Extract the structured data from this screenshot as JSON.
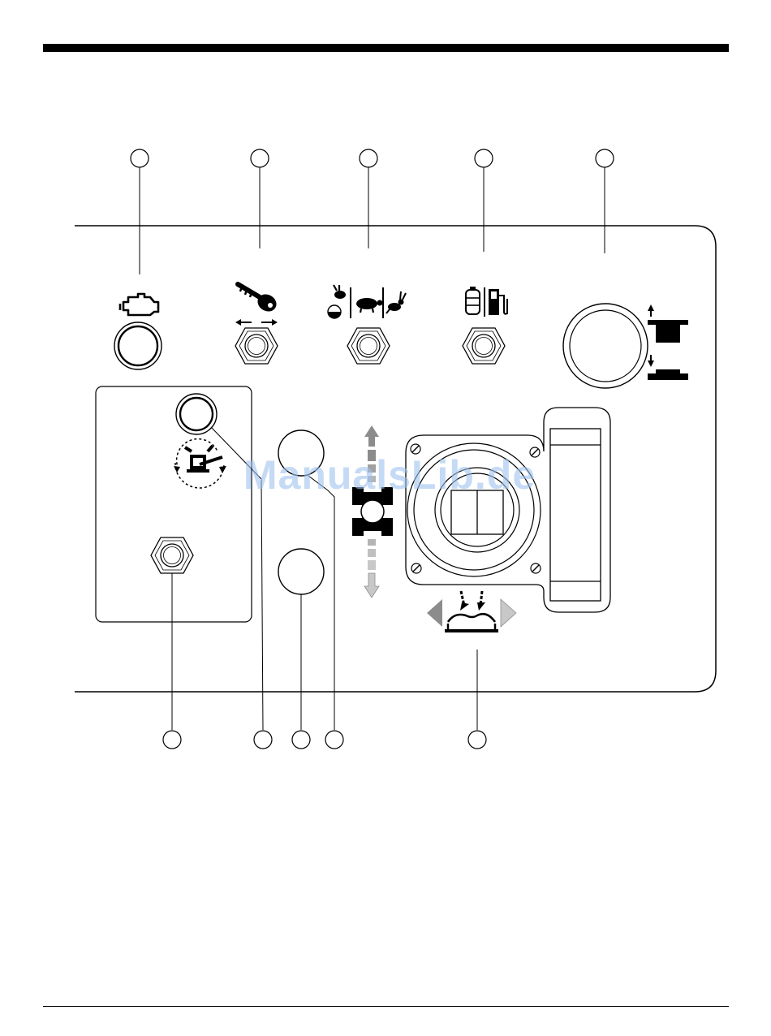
{
  "watermark": "ManualsLib.de",
  "colors": {
    "ink": "#000000",
    "gray": "#8c8c8c",
    "light_gray": "#c8c8c8",
    "watermark": "#9fc2ef"
  },
  "callouts_top": [
    {
      "name": "callout-engine-warning-light"
    },
    {
      "name": "callout-ignition-key"
    },
    {
      "name": "callout-speed-selector"
    },
    {
      "name": "callout-fuel-switch"
    },
    {
      "name": "callout-pto-knob"
    }
  ],
  "callouts_bottom": [
    {
      "name": "callout-steering-mode-switch"
    },
    {
      "name": "callout-steering-mode-light"
    },
    {
      "name": "callout-travel-button-lower"
    },
    {
      "name": "callout-travel-button-upper"
    },
    {
      "name": "callout-joystick"
    }
  ],
  "icons": {
    "engine": "engine-warning-icon",
    "key": "ignition-key-icon",
    "speed": "speed-range-icon",
    "fuel": "fuel-lpg-gasoline-icon",
    "pto": "pto-up-down-icon",
    "steering": "steering-mode-icon",
    "travel": "travel-direction-icon",
    "lift": "lift-tilt-icon"
  }
}
